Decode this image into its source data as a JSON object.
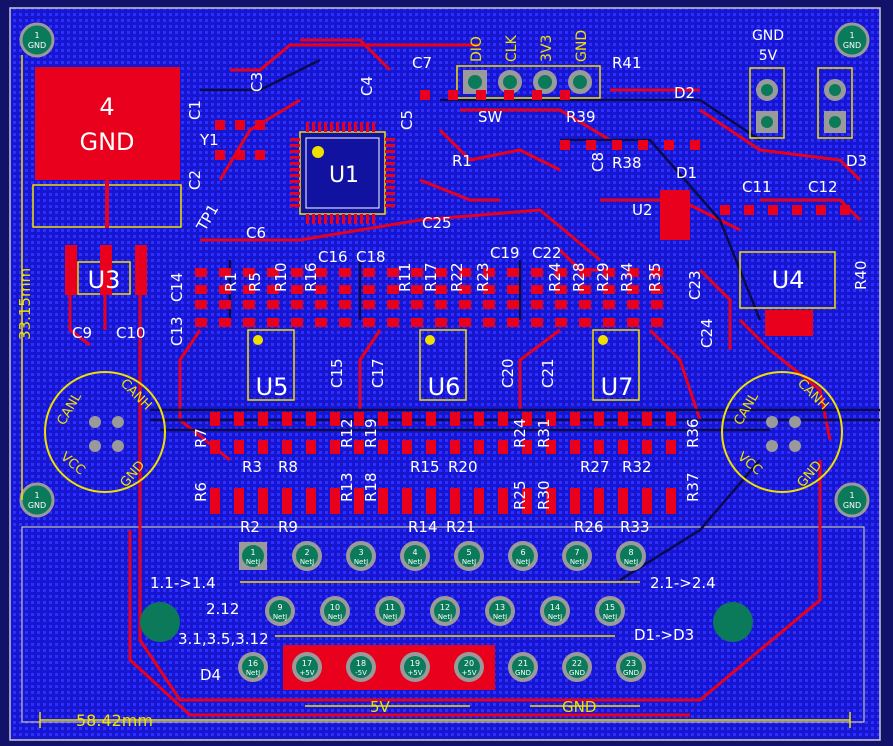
{
  "colors": {
    "board_bg": "#1414c8",
    "pour_dot": "#2a2aff",
    "copper_top": "#e8001c",
    "silk": "#f0e000",
    "pad_gray": "#9a9a9a",
    "pad_green": "#0b7a5a",
    "outline": "#c8c8c8",
    "white": "#ffffff"
  },
  "header": {
    "dio": "DIO",
    "clk": "CLK",
    "v33": "3V3",
    "gnd": "GND",
    "gnd_right": "GND",
    "v5_right": "5V"
  },
  "big_pad": {
    "number": "4",
    "label": "GND"
  },
  "mount_holes": {
    "number": "1",
    "label": "GND"
  },
  "refs": {
    "u1": "U1",
    "u2": "U2",
    "u3": "U3",
    "u4": "U4",
    "u5": "U5",
    "u6": "U6",
    "u7": "U7",
    "c1": "C1",
    "c2": "C2",
    "c3": "C3",
    "c4": "C4",
    "c5": "C5",
    "c6": "C6",
    "c7": "C7",
    "c8": "C8",
    "c9": "C9",
    "c10": "C10",
    "c11": "C11",
    "c12": "C12",
    "c13": "C13",
    "c14": "C14",
    "c15": "C15",
    "c16": "C16",
    "c17": "C17",
    "c18": "C18",
    "c19": "C19",
    "c20": "C20",
    "c21": "C21",
    "c22": "C22",
    "c23": "C23",
    "c24": "C24",
    "c25": "C25",
    "r1": "R1",
    "r1b": "R1",
    "r2": "R2",
    "r3": "R3",
    "r5": "R5",
    "r6": "R6",
    "r7": "R7",
    "r8": "R8",
    "r9": "R9",
    "r10": "R10",
    "r11": "R11",
    "r12": "R12",
    "r13": "R13",
    "r14": "R14",
    "r15": "R15",
    "r16": "R16",
    "r17": "R17",
    "r18": "R18",
    "r19": "R19",
    "r20": "R20",
    "r21": "R21",
    "r22": "R22",
    "r23": "R23",
    "r24": "R24",
    "r25": "R25",
    "r26": "R26",
    "r27": "R27",
    "r28": "R28",
    "r29": "R29",
    "r30": "R30",
    "r31": "R31",
    "r32": "R32",
    "r33": "R33",
    "r34": "R34",
    "r35": "R35",
    "r36": "R36",
    "r37": "R37",
    "r38": "R38",
    "r39": "R39",
    "r40": "R40",
    "r41": "R41",
    "d1": "D1",
    "d2": "D2",
    "d3": "D3",
    "d4": "D4",
    "y1": "Y1",
    "tp1": "TP1",
    "sw": "SW"
  },
  "can": {
    "canl": "CANL",
    "canh": "CANH",
    "vcc": "VCC",
    "gnd": "GND"
  },
  "dimensions": {
    "height": "33.15mm",
    "width": "58.42mm"
  },
  "connector": {
    "net_small": "NetJ",
    "row1": [
      "1",
      "2",
      "3",
      "4",
      "5",
      "6",
      "7",
      "8"
    ],
    "row2": [
      "9",
      "10",
      "11",
      "12",
      "13",
      "14",
      "15"
    ],
    "row3": [
      "16",
      "17",
      "18",
      "19",
      "20",
      "21",
      "22",
      "23"
    ],
    "row3_nets": [
      "NetJ",
      "+5V",
      "-5V",
      "+5V",
      "+5V",
      "GND",
      "GND",
      "GND"
    ]
  },
  "annotations": {
    "a1": "1.1->1.4",
    "a2": "2.12",
    "a3": "3.1,3.5,3.12",
    "a4": "2.1->2.4",
    "a5": "D1->D3",
    "v5": "5V",
    "gnd": "GND"
  }
}
